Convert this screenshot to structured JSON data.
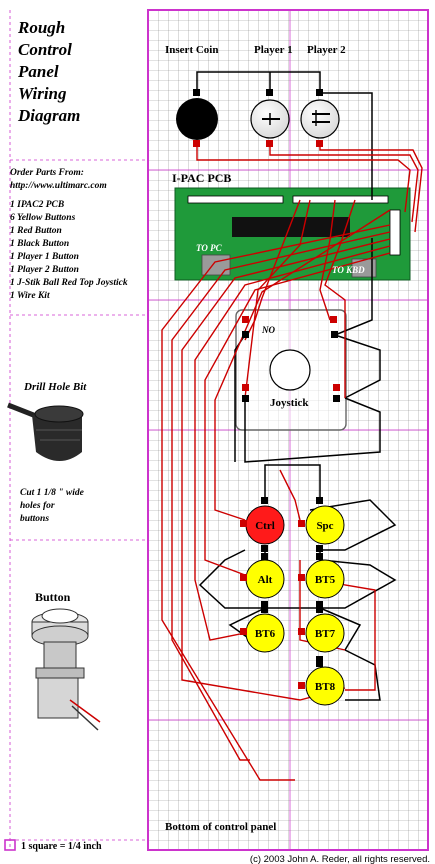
{
  "title": {
    "lines": [
      "Rough",
      "Control",
      "Panel",
      "Wiring",
      "Diagram"
    ]
  },
  "order": {
    "heading": "Order Parts From:",
    "url": "http://www.ultimarc.com",
    "items": [
      "1 IPAC2 PCB",
      "6 Yellow Buttons",
      "1 Red Button",
      "1 Black Button",
      "1 Player 1 Button",
      "1 Player 2 Button",
      "1 J-Stik Ball Red Top Joystick",
      "1 Wire Kit"
    ]
  },
  "drill": {
    "heading": "Drill Hole Bit",
    "note_lines": [
      "Cut 1 1/8 \" wide",
      "holes for",
      "buttons"
    ]
  },
  "button_section": {
    "heading": "Button"
  },
  "legend": {
    "scale": "1 square = 1/4 inch"
  },
  "copyright": "(c) 2003 John A. Reder, all rights reserved.",
  "labels": {
    "insert_coin": "Insert Coin",
    "player1": "Player 1",
    "player2": "Player 2",
    "pcb": "I-PAC PCB",
    "to_pc": "TO PC",
    "to_kbd": "TO KBD",
    "no": "NO",
    "joystick": "Joystick",
    "bottom": "Bottom of control panel"
  },
  "buttons": [
    {
      "id": "ctrl",
      "label": "Ctrl",
      "color": "#ff1a1a"
    },
    {
      "id": "spc",
      "label": "Spc",
      "color": "#ffff00"
    },
    {
      "id": "alt",
      "label": "Alt",
      "color": "#ffff00"
    },
    {
      "id": "bt5",
      "label": "BT5",
      "color": "#ffff00"
    },
    {
      "id": "bt6",
      "label": "BT6",
      "color": "#ffff00"
    },
    {
      "id": "bt7",
      "label": "BT7",
      "color": "#ffff00"
    },
    {
      "id": "bt8",
      "label": "BT8",
      "color": "#ffff00"
    }
  ],
  "colors": {
    "grid": "#7f7f7f",
    "panel_border": "#cc33cc",
    "pcb": "#1f9a3a",
    "wire_red": "#cc0000",
    "wire_black": "#000000"
  },
  "icons": [
    "drill-bit-icon",
    "arcade-button-icon",
    "player1-icon",
    "player2-icon"
  ]
}
